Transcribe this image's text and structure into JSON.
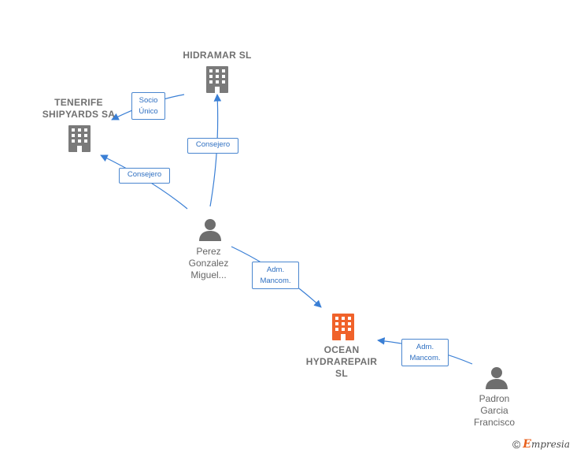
{
  "nodes": {
    "hidramar": {
      "label": "HIDRAMAR  SL",
      "type": "company"
    },
    "tenerife": {
      "label": "TENERIFE\nSHIPYARDS SA",
      "type": "company"
    },
    "perez": {
      "label": "Perez\nGonzalez\nMiguel...",
      "type": "person"
    },
    "ocean": {
      "label": "OCEAN\nHYDRAREPAIR\nSL",
      "type": "company",
      "focus": true
    },
    "padron": {
      "label": "Padron\nGarcia\nFrancisco",
      "type": "person"
    }
  },
  "edges": {
    "socio_unico": {
      "label": "Socio\nÚnico",
      "from": "hidramar",
      "to": "tenerife"
    },
    "consejero_hidramar": {
      "label": "Consejero",
      "from": "perez",
      "to": "hidramar"
    },
    "consejero_tenerife": {
      "label": "Consejero",
      "from": "perez",
      "to": "tenerife"
    },
    "adm_perez": {
      "label": "Adm.\nMancom.",
      "from": "perez",
      "to": "ocean"
    },
    "adm_padron": {
      "label": "Adm.\nMancom.",
      "from": "padron",
      "to": "ocean"
    }
  },
  "colors": {
    "edge": "#3a7fd5",
    "company_icon": "#7a7a7a",
    "focus_icon": "#f0622a",
    "person_icon": "#6e6e6e"
  },
  "footer": {
    "copyright": "©",
    "brand": "mpresia",
    "brand_initial": "E"
  }
}
